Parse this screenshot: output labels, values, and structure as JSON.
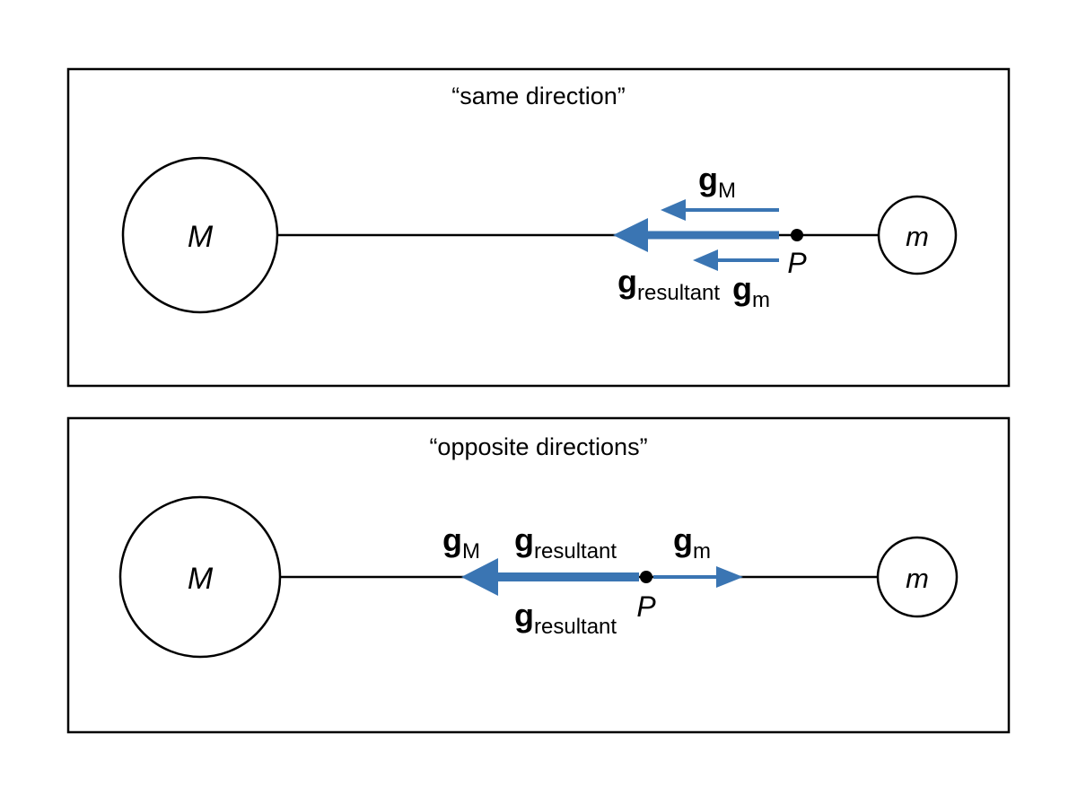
{
  "colors": {
    "arrow": "#3a75b3",
    "line": "#000000",
    "background": "#ffffff"
  },
  "symbols": {
    "vector": "g",
    "big_mass": "M",
    "small_mass": "m",
    "point": "P"
  },
  "subscripts": {
    "big": "M",
    "small": "m",
    "resultant": "resultant"
  },
  "panels": [
    {
      "title": "“same direction”"
    },
    {
      "title": "“opposite directions”"
    }
  ]
}
